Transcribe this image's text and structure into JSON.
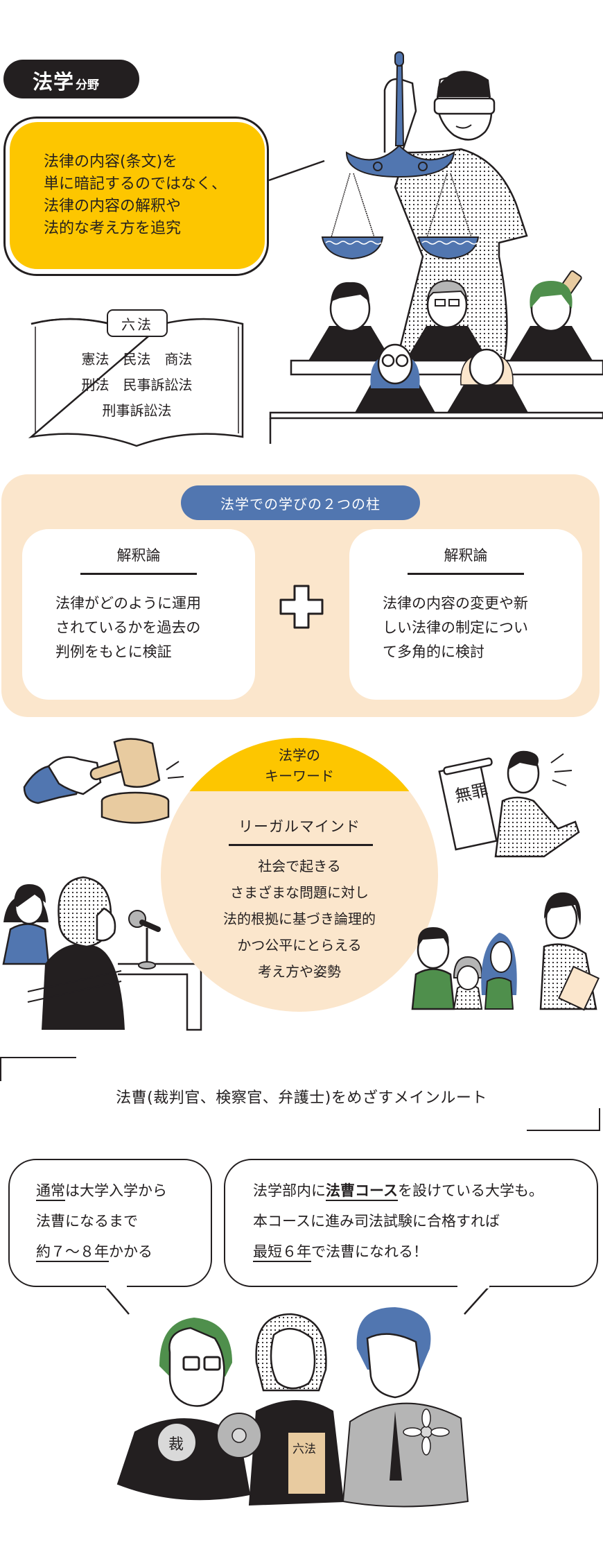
{
  "header": {
    "title_main": "法学",
    "title_sub": "分野"
  },
  "intro_bubble": {
    "lines": [
      "法律の内容(条文)を",
      "単に暗記するのではなく、",
      "法律の内容の解釈や",
      "法的な考え方を追究"
    ]
  },
  "roppou_book": {
    "title": "六法",
    "lines": [
      "憲法　民法　商法",
      "刑法　民事訴訟法",
      "刑事訴訟法"
    ]
  },
  "pillars": {
    "badge": "法学での学びの２つの柱",
    "plus_icon": "plus-icon",
    "cards": [
      {
        "heading": "解釈論",
        "lines": [
          "法律がどのように運用",
          "されているかを過去の",
          "判例をもとに検証"
        ]
      },
      {
        "heading": "解釈論",
        "lines": [
          "法律の内容の変更や新",
          "しい法律の制定につい",
          "て多角的に検討"
        ]
      }
    ]
  },
  "keyword": {
    "cap_lines": [
      "法学の",
      "キーワード"
    ],
    "term": "リーガルマインド",
    "lines": [
      "社会で起きる",
      "さまざまな問題に対し",
      "法的根拠に基づき論理的",
      "かつ公平にとらえる",
      "考え方や姿勢"
    ]
  },
  "illustrations": {
    "lady_justice": "lady-justice-with-scales",
    "jury": "judges-seated-at-bench",
    "gavel": "gavel-striking",
    "witness_stand": "defendant-at-microphone-with-prosecutor",
    "not_guilty_banner": "無罪",
    "family_with_lawyer": "family-with-lawyer",
    "bottom_trio": "judge-prosecutor-lawyer",
    "badge_judge": "裁",
    "book_label": "六法"
  },
  "route": {
    "title": "法曹(裁判官、検察官、弁護士)をめざすメインルート"
  },
  "bubble_left": {
    "line1_ul": "通常",
    "line1_rest": "は大学入学から",
    "line2": "法曹になるまで",
    "line3_ul": "約７～８年",
    "line3_rest": "かかる"
  },
  "bubble_right": {
    "line1_pre": "法学部内に",
    "line1_ul": "法曹コース",
    "line1_post": "を設けている大学も。",
    "line2": "本コースに進み司法試験に合格すれば",
    "line3_ul": "最短６年",
    "line3_rest": "で法曹になれる！"
  },
  "colors": {
    "ink": "#231f20",
    "yellow": "#fdc600",
    "peach": "#fbe6cc",
    "blue": "#5176b0",
    "green": "#4f8f4c",
    "tan": "#e8cba0",
    "gray": "#b5b5b5"
  }
}
